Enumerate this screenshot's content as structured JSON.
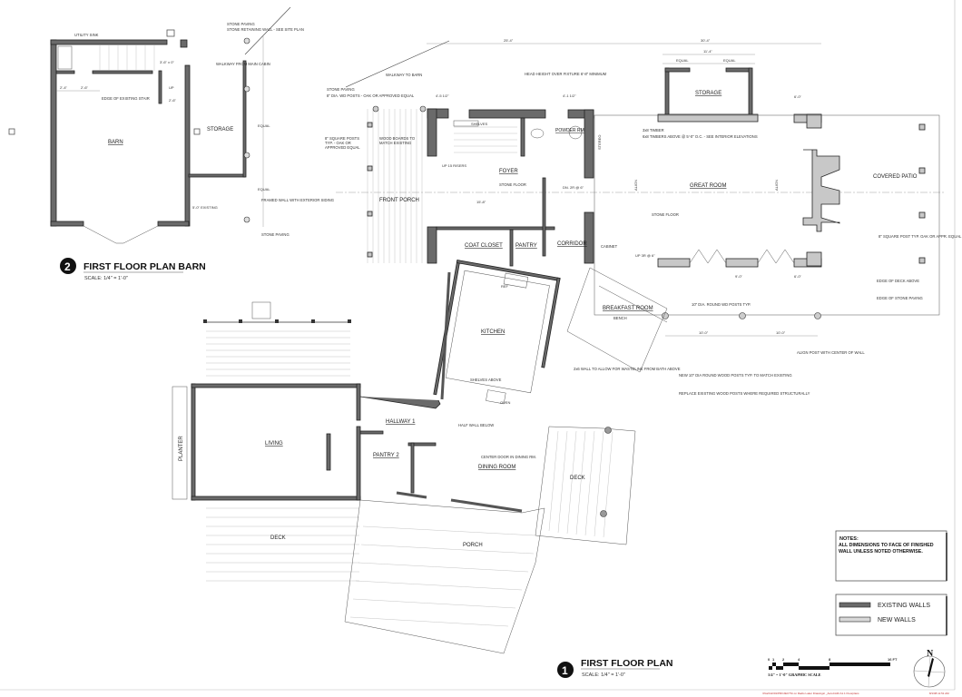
{
  "barn_plan": {
    "number": "2",
    "title": "FIRST FLOOR PLAN BARN",
    "scale": "SCALE:  1/4\" = 1'-0\"",
    "rooms": [
      "BARN",
      "STORAGE"
    ],
    "notes": [
      "UTILITY SINK",
      "EDGE OF EXISTING STAIR",
      "WALKWAY FROM MAIN CABIN",
      "STONE PAVING",
      "STONE RETAINING WALL - SEE SITE PLAN",
      "FRAMED WALL WITH EXTERIOR SIDING",
      "STONE PAVING"
    ],
    "dims": [
      "2'-4\"",
      "2'-6\"",
      "3'-6\" x 0\"",
      "2'-6\"",
      "5'-0\" EXISTING",
      "EQUAL",
      "EQUAL",
      "UP"
    ]
  },
  "main_plan": {
    "number": "1",
    "title": "FIRST FLOOR PLAN",
    "scale": "SCALE:  1/4\" = 1'-0\"",
    "rooms": [
      "FRONT PORCH",
      "FOYER",
      "POWDER RM",
      "STORAGE",
      "GREAT ROOM",
      "COVERED PATIO",
      "COAT CLOSET",
      "PANTRY",
      "CORRIDOR",
      "KITCHEN",
      "BREAKFAST ROOM",
      "LIVING",
      "HALLWAY 1",
      "PANTRY 2",
      "DINING ROOM",
      "DECK",
      "PORCH",
      "DECK",
      "PLANTER",
      "SHELVES",
      "STEREO"
    ],
    "notes": [
      "WALKWAY TO BARN",
      "STONE PAVING",
      "8\" DIA. WD POSTS - OAK OR APPROVED EQUAL",
      "8\" SQUARE POSTS TYP. - OAK OR APPROVED EQUAL",
      "WOOD BOARDS TO MATCH EXISTING",
      "HEAD HEIGHT OVER FIXTURE 6'-8\" MINIMUM",
      "STONE FLOOR",
      "3x8 TIMBER",
      "6x8 TIMBERS ABOVE @ 5'-0\" O.C. - SEE INTERIOR ELEVATIONS",
      "STONE FLOOR",
      "8\" SQUARE POST TYP. OAK OR APPR. EQUAL",
      "EDGE OF DECK ABOVE",
      "EDGE OF STONE PAVING",
      "10\" DIA. ROUND WD POSTS TYP.",
      "ALIGN POST WITH CENTER OF WALL",
      "NEW 10\" DIA ROUND WOOD POSTS TYP. TO MATCH EXISTING",
      "REPLACE EXISTING WOOD POSTS WHERE REQUIRED STRUCTURALLY",
      "2x6 WALL TO ALLOW FOR WASTELINE FROM BATH ABOVE",
      "HALF WALL BELOW",
      "CENTER DOOR IN DINING RM.",
      "SHELVES ABOVE",
      "CABINET",
      "BENCH",
      "REF",
      "OVEN"
    ],
    "dims": [
      "25'-4\"",
      "30'-4\"",
      "11'-4\"",
      "EQUAL",
      "EQUAL",
      "4'-5 1/2\"",
      "4'-1 1/2\"",
      "6'-0\"",
      "15'-8\"",
      "10'-0\"",
      "10'-0\"",
      "9'-0\"",
      "6'-0\"",
      "UP 15 RISERS",
      "DN. 2R @ 6\"",
      "UP 3R @ 6\"",
      "ALIGN",
      "ALIGN"
    ]
  },
  "notes_box": {
    "heading": "NOTES:",
    "text": "ALL DIMENSIONS TO FACE OF FINISHED WALL UNLESS NOTED OTHERWISE."
  },
  "legend": {
    "items": [
      {
        "label": "EXISTING WALLS",
        "color": "#6a6a6a"
      },
      {
        "label": "NEW WALLS",
        "color": "#d8d8d8"
      }
    ]
  },
  "graphic_scale": {
    "ticks": [
      "0",
      "1",
      "2",
      "4",
      "8",
      "16 FT"
    ],
    "label": "1/4\" = 1'-0\" GRAPHIC SCALE"
  },
  "north_arrow": {
    "label": "N"
  },
  "footer": {
    "path": "\\\\Northshl01\\PROJECTS\\ on Radio Lake\\ Drawings\\ _AutoCAD\\ A1.1 Floorplans",
    "timestamp": "8/1/08 11:51 AM"
  }
}
